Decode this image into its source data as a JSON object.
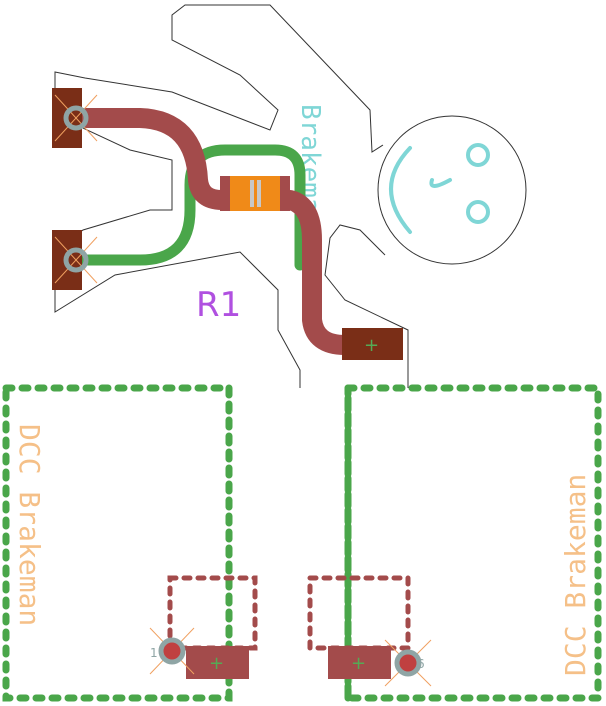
{
  "colors": {
    "background": "#ffffff",
    "outline": "#333333",
    "top_copper": "#a34b4b",
    "bottom_copper": "#4aa64a",
    "smd_pad": "#7a2e17",
    "pad_ring": "#8fa5a5",
    "drill": "#c04040",
    "cross_marker": "#f0a060",
    "silk_cyan": "#7fd6d6",
    "silk_orange": "#f5c088",
    "part_label": "#b050e0",
    "resistor_body": "#f08a18",
    "resistor_band": "#c8c8c8",
    "dotted_top": "#a34b4b",
    "dotted_bottom": "#4aa64a",
    "plus_marker": "#55aa55"
  },
  "labels": {
    "part_ref": "R1",
    "figure_text": "Brakeman",
    "left_panel_text": "DCC Brakeman",
    "right_panel_text": "DCC Brakeman",
    "pad1_number": "1",
    "pad2_number": "6"
  },
  "icons": {
    "face": "smiley-face-icon",
    "resistor": "resistor-icon"
  }
}
